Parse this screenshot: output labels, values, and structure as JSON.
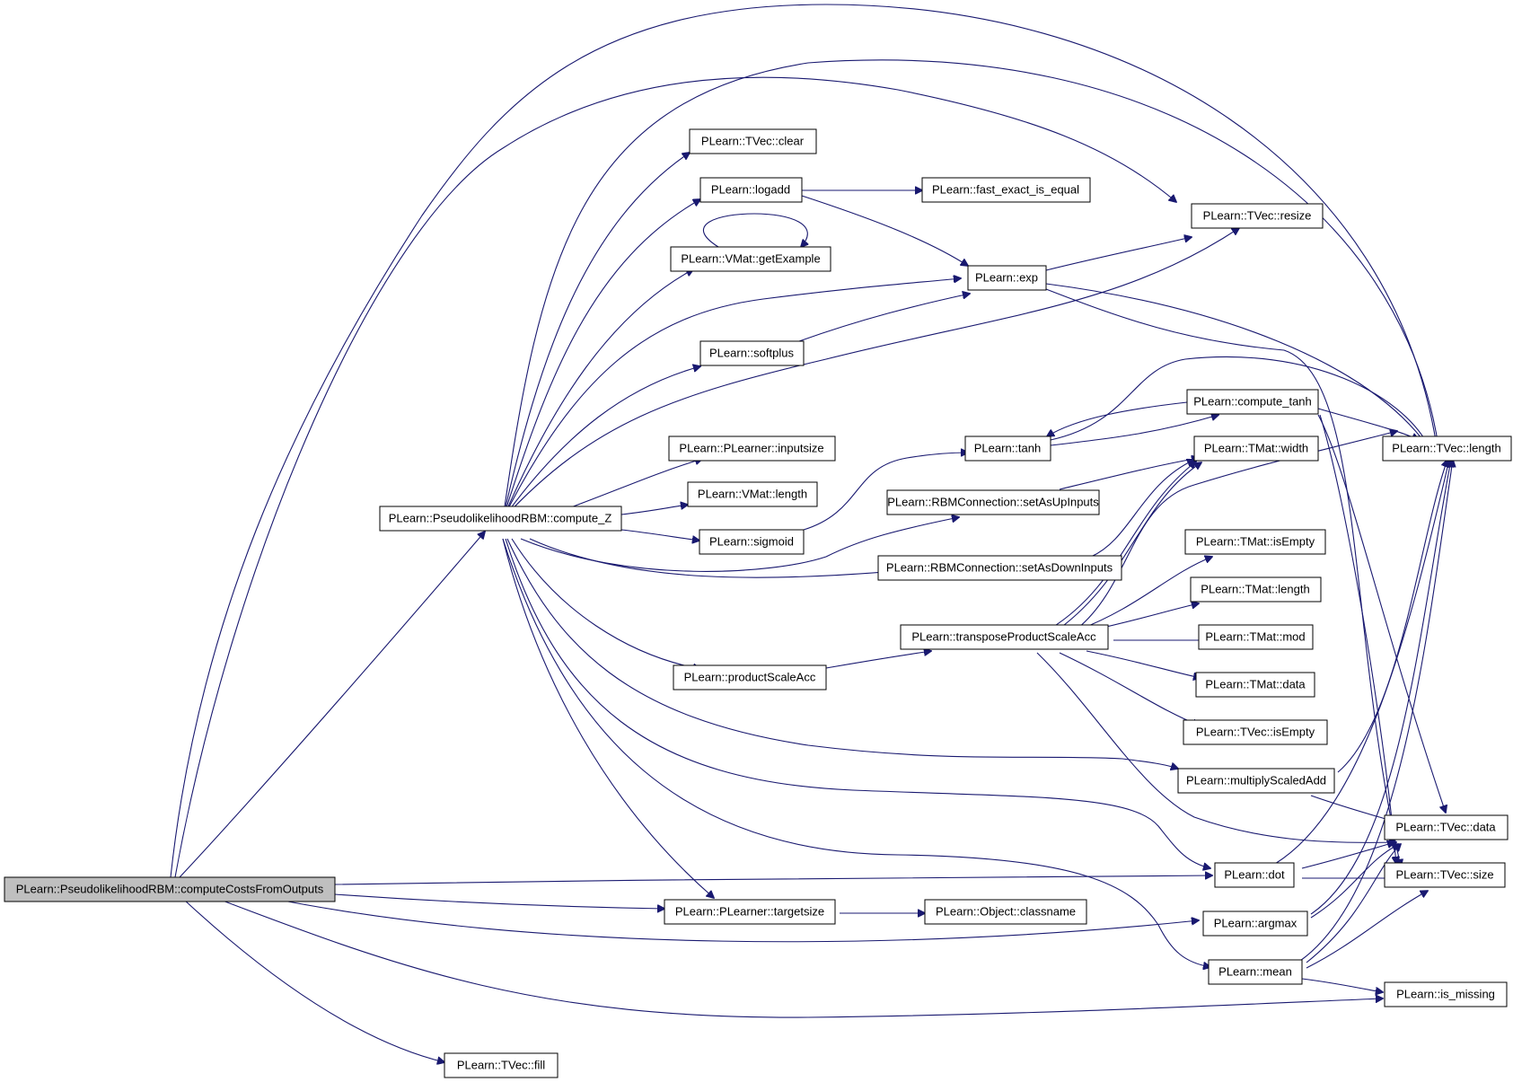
{
  "graph": {
    "root": "PLearn::PseudolikelihoodRBM::computeCostsFromOutputs",
    "nodes": [
      {
        "id": "root",
        "label": "PLearn::PseudolikelihoodRBM::computeCostsFromOutputs",
        "highlighted": true
      },
      {
        "id": "computeZ",
        "label": "PLearn::PseudolikelihoodRBM::compute_Z"
      },
      {
        "id": "tvec_clear",
        "label": "PLearn::TVec::clear"
      },
      {
        "id": "logadd",
        "label": "PLearn::logadd"
      },
      {
        "id": "fast_exact",
        "label": "PLearn::fast_exact_is_equal"
      },
      {
        "id": "tvec_resize",
        "label": "PLearn::TVec::resize"
      },
      {
        "id": "getExample",
        "label": "PLearn::VMat::getExample"
      },
      {
        "id": "exp",
        "label": "PLearn::exp"
      },
      {
        "id": "softplus",
        "label": "PLearn::softplus"
      },
      {
        "id": "compute_tanh",
        "label": "PLearn::compute_tanh"
      },
      {
        "id": "inputsize",
        "label": "PLearn::PLearner::inputsize"
      },
      {
        "id": "tanh",
        "label": "PLearn::tanh"
      },
      {
        "id": "tmat_width",
        "label": "PLearn::TMat::width"
      },
      {
        "id": "tvec_length",
        "label": "PLearn::TVec::length"
      },
      {
        "id": "vmat_length",
        "label": "PLearn::VMat::length"
      },
      {
        "id": "setAsUpInputs",
        "label": "PLearn::RBMConnection::setAsUpInputs"
      },
      {
        "id": "sigmoid",
        "label": "PLearn::sigmoid"
      },
      {
        "id": "tmat_isEmpty",
        "label": "PLearn::TMat::isEmpty"
      },
      {
        "id": "setAsDownInputs",
        "label": "PLearn::RBMConnection::setAsDownInputs"
      },
      {
        "id": "tmat_length",
        "label": "PLearn::TMat::length"
      },
      {
        "id": "transposePSA",
        "label": "PLearn::transposeProductScaleAcc"
      },
      {
        "id": "tmat_mod",
        "label": "PLearn::TMat::mod"
      },
      {
        "id": "productScaleAcc",
        "label": "PLearn::productScaleAcc"
      },
      {
        "id": "tmat_data",
        "label": "PLearn::TMat::data"
      },
      {
        "id": "tvec_isEmpty",
        "label": "PLearn::TVec::isEmpty"
      },
      {
        "id": "multiplyScaledAdd",
        "label": "PLearn::multiplyScaledAdd"
      },
      {
        "id": "tvec_data",
        "label": "PLearn::TVec::data"
      },
      {
        "id": "dot",
        "label": "PLearn::dot"
      },
      {
        "id": "tvec_size",
        "label": "PLearn::TVec::size"
      },
      {
        "id": "targetsize",
        "label": "PLearn::PLearner::targetsize"
      },
      {
        "id": "classname",
        "label": "PLearn::Object::classname"
      },
      {
        "id": "argmax",
        "label": "PLearn::argmax"
      },
      {
        "id": "mean",
        "label": "PLearn::mean"
      },
      {
        "id": "is_missing",
        "label": "PLearn::is_missing"
      },
      {
        "id": "tvec_fill",
        "label": "PLearn::TVec::fill"
      }
    ],
    "edges": [
      [
        "root",
        "computeZ"
      ],
      [
        "root",
        "tvec_length"
      ],
      [
        "root",
        "tvec_resize"
      ],
      [
        "root",
        "dot"
      ],
      [
        "root",
        "targetsize"
      ],
      [
        "root",
        "argmax"
      ],
      [
        "root",
        "is_missing"
      ],
      [
        "root",
        "tvec_fill"
      ],
      [
        "computeZ",
        "tvec_clear"
      ],
      [
        "computeZ",
        "logadd"
      ],
      [
        "computeZ",
        "getExample"
      ],
      [
        "computeZ",
        "exp"
      ],
      [
        "computeZ",
        "softplus"
      ],
      [
        "computeZ",
        "tvec_resize"
      ],
      [
        "computeZ",
        "inputsize"
      ],
      [
        "computeZ",
        "vmat_length"
      ],
      [
        "computeZ",
        "sigmoid"
      ],
      [
        "computeZ",
        "setAsUpInputs"
      ],
      [
        "computeZ",
        "setAsDownInputs"
      ],
      [
        "computeZ",
        "productScaleAcc"
      ],
      [
        "computeZ",
        "multiplyScaledAdd"
      ],
      [
        "computeZ",
        "dot"
      ],
      [
        "computeZ",
        "targetsize"
      ],
      [
        "computeZ",
        "mean"
      ],
      [
        "computeZ",
        "tvec_length"
      ],
      [
        "logadd",
        "fast_exact"
      ],
      [
        "logadd",
        "exp"
      ],
      [
        "getExample",
        "getExample"
      ],
      [
        "softplus",
        "exp"
      ],
      [
        "exp",
        "tvec_resize"
      ],
      [
        "exp",
        "tvec_length"
      ],
      [
        "exp",
        "tvec_size"
      ],
      [
        "sigmoid",
        "tanh"
      ],
      [
        "tanh",
        "compute_tanh"
      ],
      [
        "compute_tanh",
        "tanh"
      ],
      [
        "compute_tanh",
        "tvec_length"
      ],
      [
        "compute_tanh",
        "tvec_data"
      ],
      [
        "compute_tanh",
        "tvec_size"
      ],
      [
        "tanh",
        "tvec_length"
      ],
      [
        "setAsUpInputs",
        "tmat_width"
      ],
      [
        "setAsDownInputs",
        "tmat_width"
      ],
      [
        "productScaleAcc",
        "transposePSA"
      ],
      [
        "transposePSA",
        "tmat_width"
      ],
      [
        "transposePSA",
        "tvec_length"
      ],
      [
        "transposePSA",
        "tmat_isEmpty"
      ],
      [
        "transposePSA",
        "tmat_length"
      ],
      [
        "transposePSA",
        "tmat_mod"
      ],
      [
        "transposePSA",
        "tmat_data"
      ],
      [
        "transposePSA",
        "tvec_isEmpty"
      ],
      [
        "transposePSA",
        "tvec_data"
      ],
      [
        "multiplyScaledAdd",
        "tvec_length"
      ],
      [
        "multiplyScaledAdd",
        "tvec_data"
      ],
      [
        "dot",
        "tvec_length"
      ],
      [
        "dot",
        "tvec_data"
      ],
      [
        "dot",
        "tvec_size"
      ],
      [
        "targetsize",
        "classname"
      ],
      [
        "argmax",
        "tvec_length"
      ],
      [
        "argmax",
        "tvec_data"
      ],
      [
        "mean",
        "tvec_length"
      ],
      [
        "mean",
        "tvec_data"
      ],
      [
        "mean",
        "tvec_size"
      ],
      [
        "mean",
        "is_missing"
      ]
    ]
  }
}
